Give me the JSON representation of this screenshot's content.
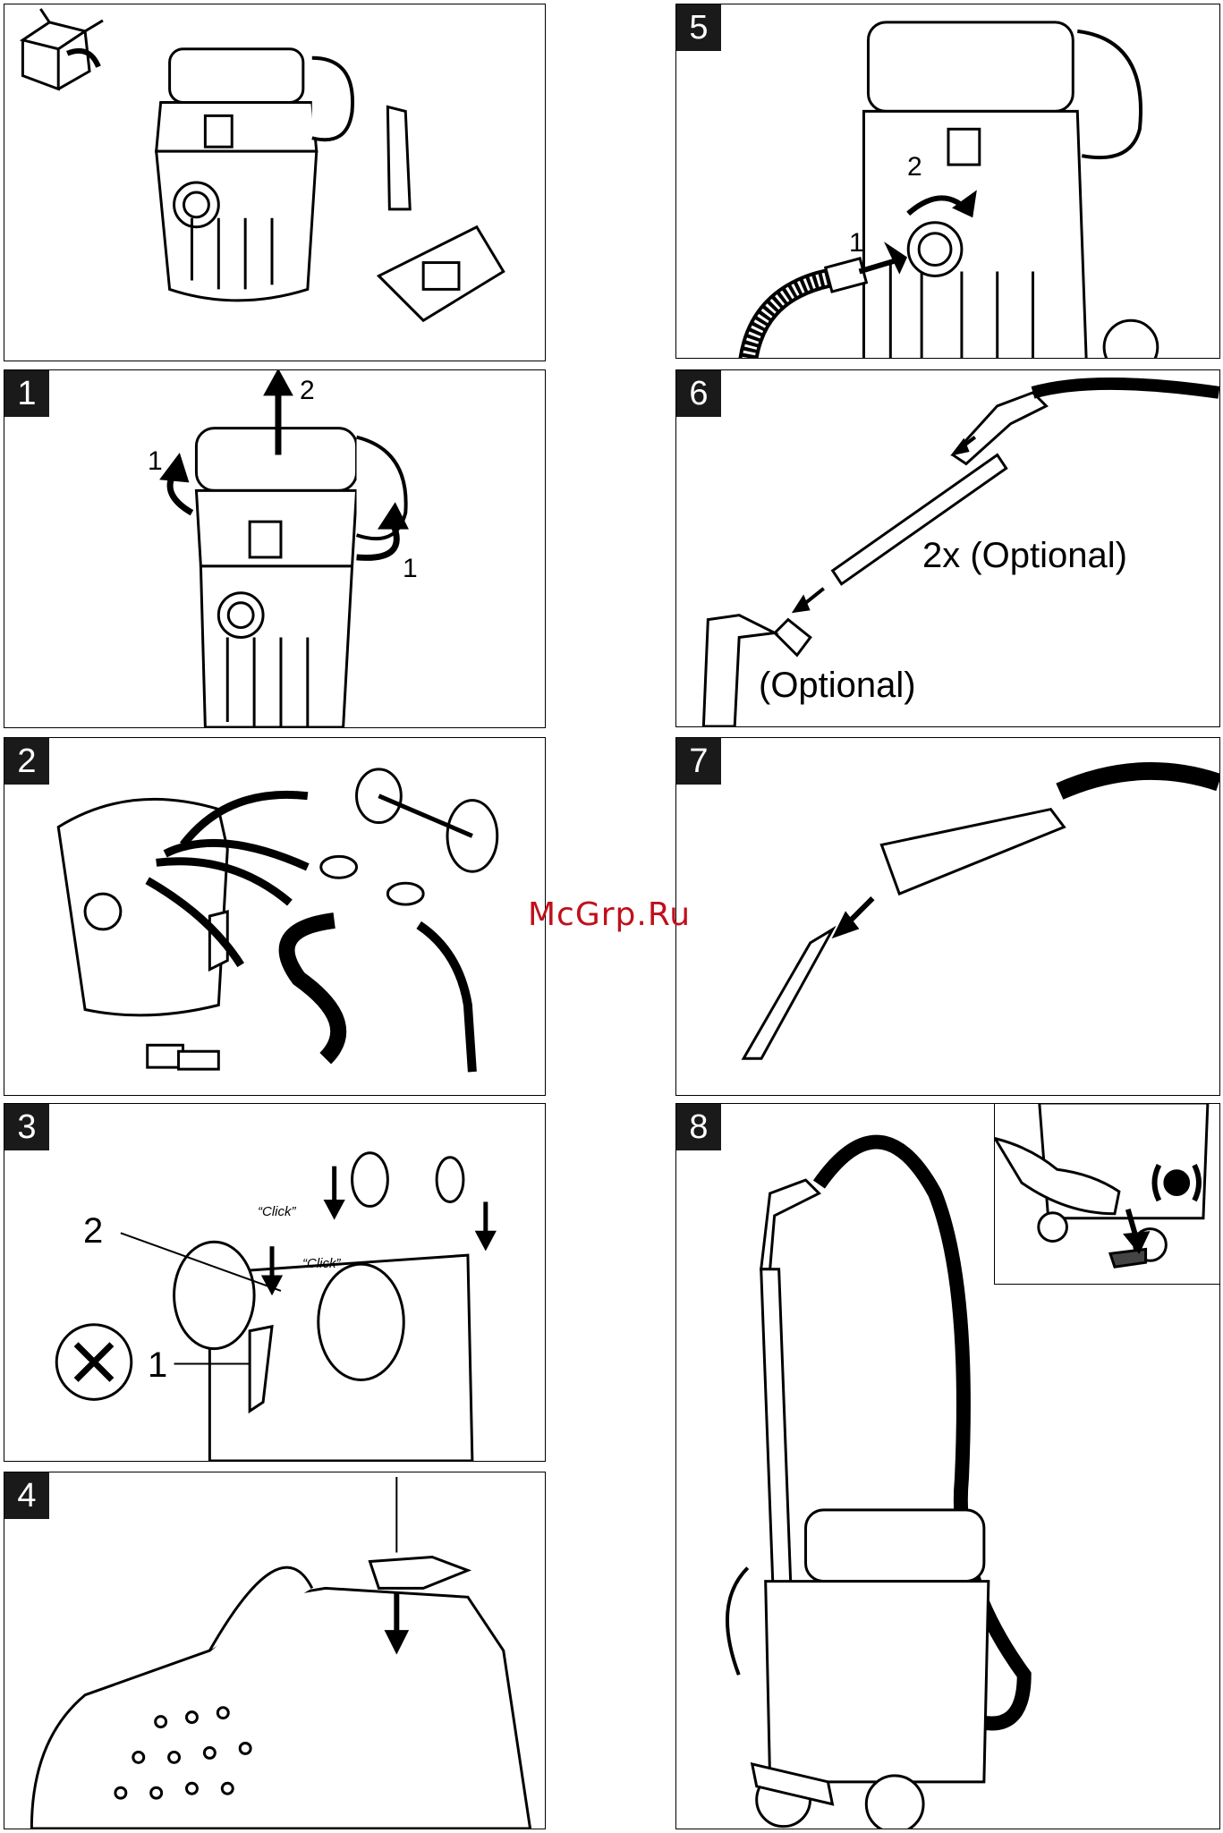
{
  "panels": {
    "p0": {
      "badge": ""
    },
    "p1": {
      "badge": "1",
      "label_1a": "1",
      "label_1b": "1",
      "label_2": "2"
    },
    "p2": {
      "badge": "2"
    },
    "p3": {
      "badge": "3",
      "label_1": "1",
      "label_2": "2",
      "click_1": "“Click”",
      "click_2": "“Click”"
    },
    "p4": {
      "badge": "4"
    },
    "p5": {
      "badge": "5",
      "label_1": "1",
      "label_2": "2"
    },
    "p6": {
      "badge": "6",
      "optional_2x": "2x (Optional)",
      "optional": "(Optional)"
    },
    "p7": {
      "badge": "7"
    },
    "p8": {
      "badge": "8"
    }
  },
  "watermark": "McGrp.Ru",
  "icons": [
    "unbox-icon",
    "vacuum-cleaner-icon",
    "crevice-nozzle-icon",
    "filter-icon",
    "arrow-icon",
    "wheel-icon",
    "hose-icon",
    "no-screw-icon",
    "foot-brake-icon"
  ]
}
